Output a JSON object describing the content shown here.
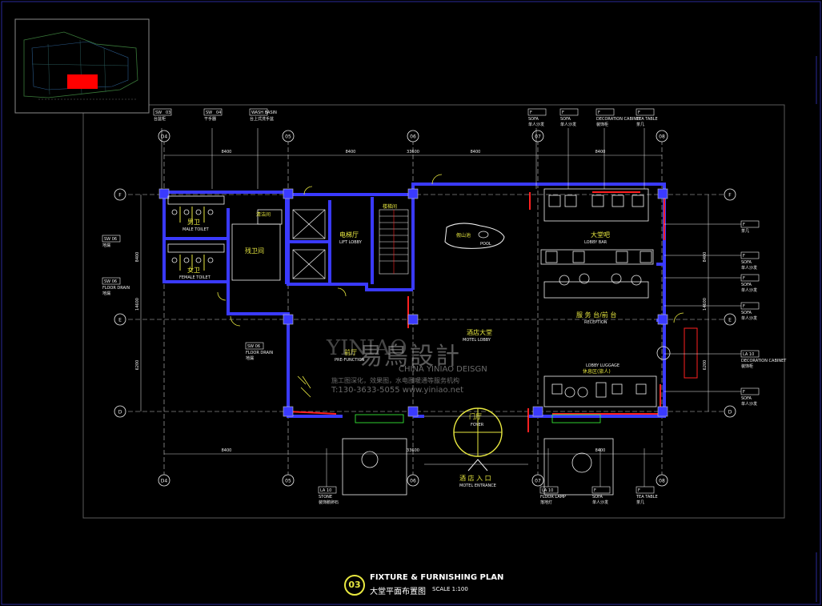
{
  "drawing": {
    "caption_number": "03",
    "caption_en": "FIXTURE & FURNISHING PLAN",
    "caption_cn": "大堂平面布置图",
    "scale": "SCALE  1:100"
  },
  "watermark": {
    "side": "YINIAO",
    "brand": "易鳥設計",
    "company": "CHINA YINIAO DEISGN",
    "services": "施工图深化，效果图，水电图暖通等服务机构",
    "contact": "T:130-3633-5055  www.yiniao.net"
  },
  "grid": {
    "axes_top": [
      "D4",
      "05",
      "06",
      "07",
      "08"
    ],
    "axes_bottom": [
      "D4",
      "05",
      "06",
      "07",
      "08"
    ],
    "axes_left": [
      "F",
      "E",
      "D"
    ],
    "axes_right": [
      "F",
      "E",
      "D"
    ],
    "dims_top": [
      "8400",
      "8400",
      "33600",
      "8400",
      "8400"
    ],
    "dims_bottom": [
      "8400",
      "33600",
      "8400"
    ],
    "dims_left": [
      "8400",
      "14600",
      "6200"
    ],
    "dims_right": [
      "8400",
      "14600",
      "6200"
    ]
  },
  "rooms": {
    "male_toilet_cn": "男卫",
    "male_toilet_en": "MALE TOILET",
    "female_toilet_cn": "女卫",
    "female_toilet_en": "FEMALE TOILET",
    "cleaning_cn": "清洁间",
    "toilet_cn": "残卫间",
    "elevator_hall_cn": "电梯厅",
    "elevator_hall_en": "LIFT LOBBY",
    "stair_cn": "楼梯间",
    "pool_cn": "假山池",
    "pool_en": "POOL",
    "bar_cn": "大堂吧",
    "bar_en": "LOBBY BAR",
    "reception_cn": "服 务 台/前 台",
    "reception_en": "RECEPTION",
    "lobby_cn": "酒店大堂",
    "lobby_en": "MOTEL LOBBY",
    "pre_function_cn": "前厅",
    "pre_function_en": "PRE-FUNCTION",
    "luggage_en": "LOBBY LUGGAGE",
    "luggage_cn": "休息区(旅人)",
    "foyer_cn": "门厅",
    "foyer_en": "FOYER",
    "entrance_cn": "酒 店 入 口",
    "entrance_en": "MOTEL ENTRANCE"
  },
  "tags_top": [
    {
      "code": "SW",
      "num": "03",
      "cn": "台盆柜"
    },
    {
      "code": "SW",
      "num": "04",
      "cn": "干手器"
    },
    {
      "code": "WASH BASIN",
      "num": "",
      "cn": "台上式洗手盆"
    },
    {
      "code": "F",
      "num": "",
      "en": "SOFA",
      "cn": "单人沙发"
    },
    {
      "code": "F",
      "num": "",
      "en": "SOFA",
      "cn": "单人沙发"
    },
    {
      "code": "F",
      "num": "",
      "en": "DECORATION CABINET",
      "cn": "装饰柜"
    },
    {
      "code": "F",
      "num": "",
      "en": "TEA TABLE",
      "cn": "茶几"
    }
  ],
  "tags_right": [
    {
      "code": "F",
      "en": "",
      "cn": "茶几"
    },
    {
      "code": "F",
      "en": "SOFA",
      "cn": "单人沙发"
    },
    {
      "code": "F",
      "en": "SOFA",
      "cn": "单人沙发"
    },
    {
      "code": "F",
      "en": "SOFA",
      "cn": "单人沙发"
    },
    {
      "code": "LA 10",
      "en": "DECORATION CABINET",
      "cn": "装饰柜"
    },
    {
      "code": "F",
      "en": "SOFA",
      "cn": "单人沙发"
    }
  ],
  "tags_left": [
    {
      "code": "SW 06",
      "en": "",
      "cn": "地漏"
    },
    {
      "code": "SW 06",
      "en": "FLOOR DRAIN",
      "cn": "地漏"
    },
    {
      "code": "SW 06",
      "en": "FLOOR DRAIN",
      "cn": "地漏"
    }
  ],
  "tags_bottom": [
    {
      "code": "LA 10",
      "en": "STONE",
      "cn": "装饰鹅卵石"
    },
    {
      "code": "LA 10",
      "en": "FLOOR LAMP",
      "cn": "落地灯"
    },
    {
      "code": "F",
      "en": "SOFA",
      "cn": "单人沙发"
    },
    {
      "code": "F",
      "en": "TEA TABLE",
      "cn": "茶几"
    }
  ],
  "colors": {
    "wall": "#3a3aff",
    "grid": "#e8e840",
    "furniture": "#f0f0f0",
    "accent": "#ff2020",
    "frame": "#5a5a5a"
  }
}
